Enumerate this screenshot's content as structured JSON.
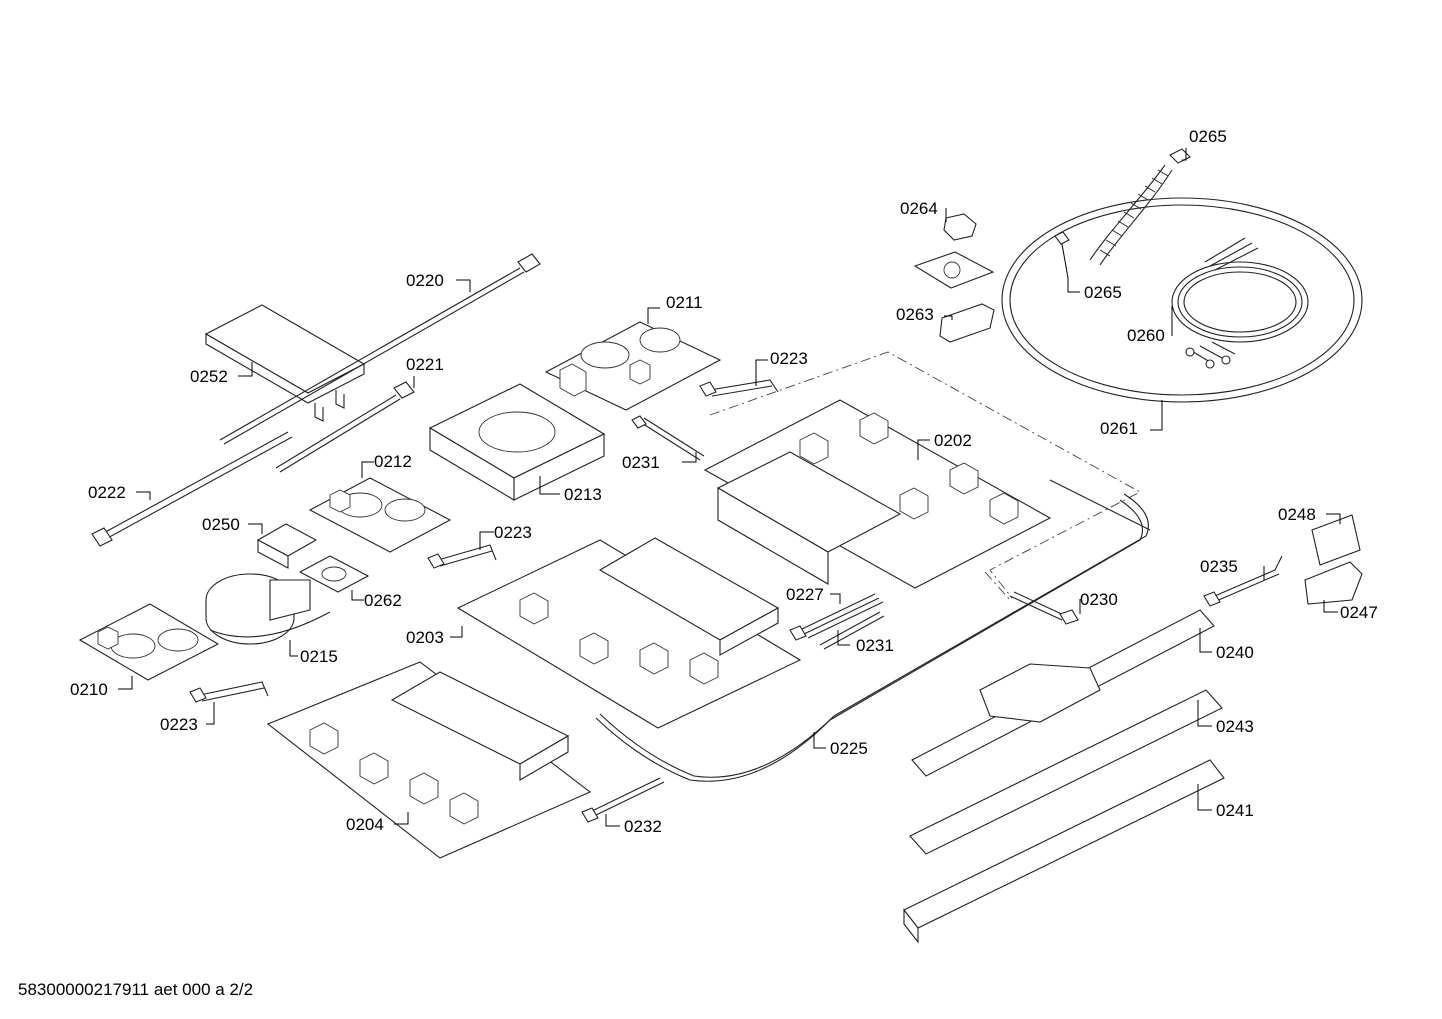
{
  "document_code": "58300000217911 aet 000 a 2/2",
  "callouts": {
    "c0265a": "0265",
    "c0264": "0264",
    "c0265b": "0265",
    "c0263": "0263",
    "c0260": "0260",
    "c0261": "0261",
    "c0220": "0220",
    "c0211": "0211",
    "c0221": "0221",
    "c0252": "0252",
    "c0223a": "0223",
    "c0231a": "0231",
    "c0202": "0202",
    "c0213": "0213",
    "c0212": "0212",
    "c0222": "0222",
    "c0223b": "0223",
    "c0250": "0250",
    "c0262": "0262",
    "c0215": "0215",
    "c0210": "0210",
    "c0223c": "0223",
    "c0203": "0203",
    "c0227": "0227",
    "c0231b": "0231",
    "c0230": "0230",
    "c0235": "0235",
    "c0248": "0248",
    "c0247": "0247",
    "c0240": "0240",
    "c0243": "0243",
    "c0225": "0225",
    "c0241": "0241",
    "c0204": "0204",
    "c0232": "0232"
  }
}
